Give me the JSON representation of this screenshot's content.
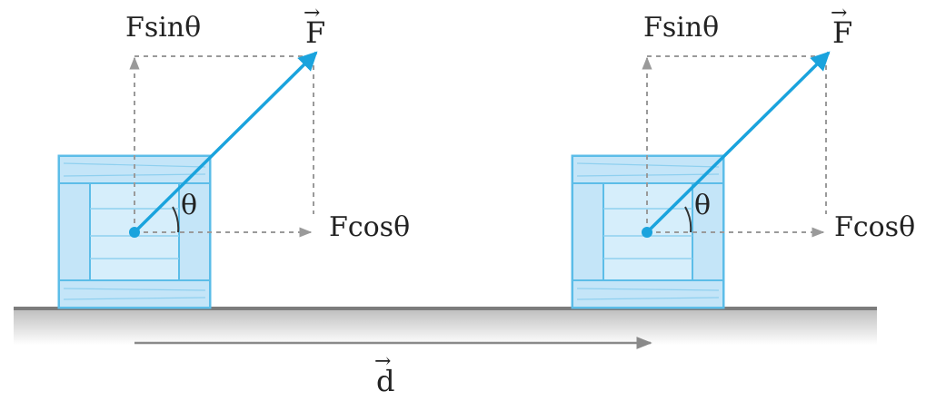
{
  "labels": {
    "force": "F",
    "fsin": "Fsinθ",
    "fcos": "Fcosθ",
    "theta": "θ",
    "displacement": "d",
    "vector_arrow": "→"
  },
  "colors": {
    "force": "#1aa3dd",
    "crate_fill": "#d6eefb",
    "crate_stroke": "#5cbde8",
    "dashed": "#9a9a9a",
    "ground": "#7c7c7c",
    "displacement_arrow": "#8a8a8a",
    "text": "#222222"
  }
}
